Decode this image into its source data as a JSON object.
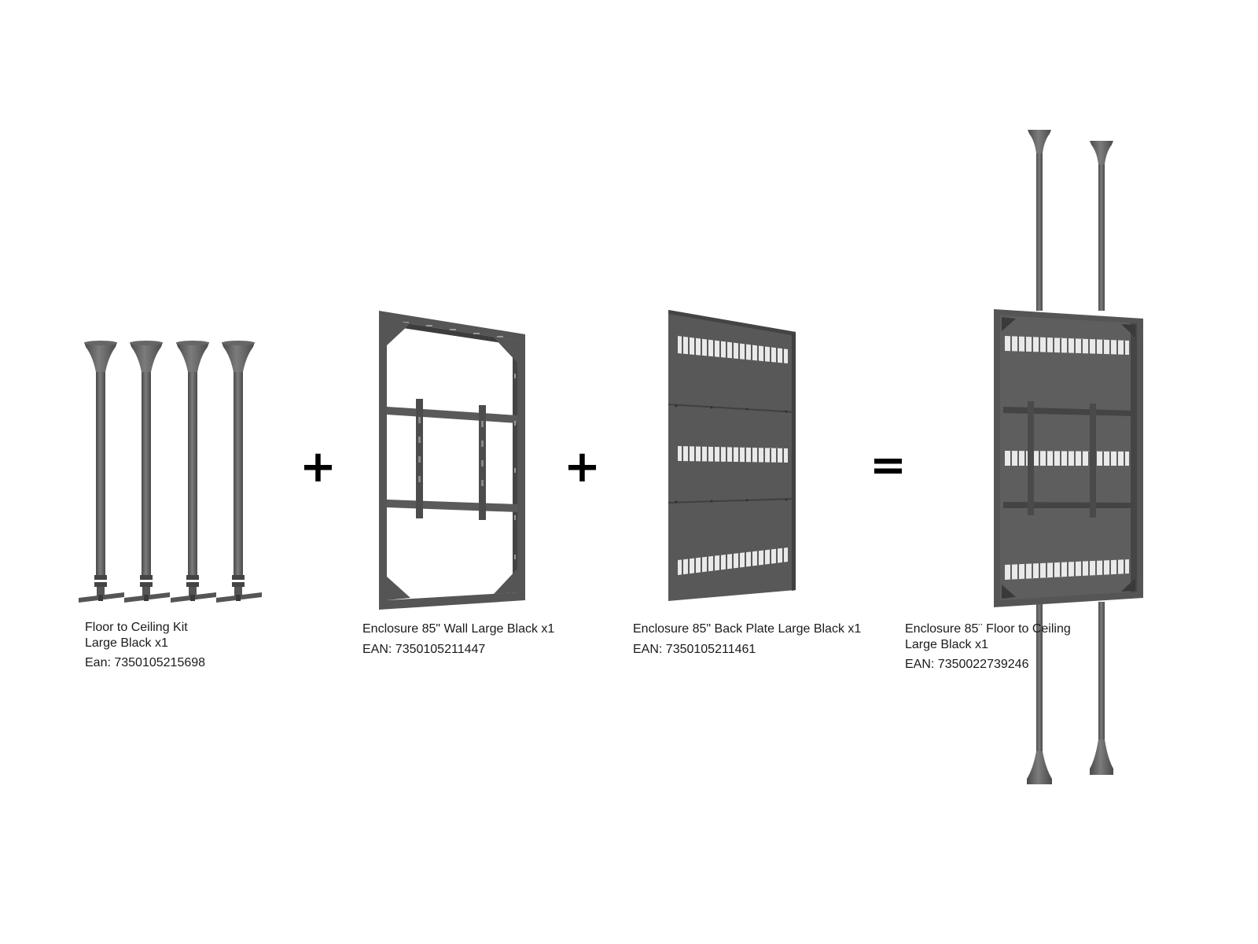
{
  "colors": {
    "metal": "#5c5c5c",
    "metal_dark": "#3c3c3c",
    "metal_light": "#7a7a7a",
    "background": "#ffffff",
    "text": "#1a1a1a"
  },
  "operators": {
    "plus_1": "+",
    "plus_2": "+",
    "equals": "="
  },
  "products": [
    {
      "name_line1": "Floor to Ceiling Kit",
      "name_line2": "Large Black x1",
      "ean": "Ean: 7350105215698",
      "icon": "floor-to-ceiling-poles"
    },
    {
      "name_line1": "Enclosure 85\" Wall Large Black x1",
      "ean": "EAN: 7350105211447",
      "icon": "wall-frame"
    },
    {
      "name_line1": "Enclosure 85\" Back Plate Large Black x1",
      "ean": "EAN: 7350105211461",
      "icon": "back-plate"
    },
    {
      "name_line1": "Enclosure 85¨ Floor to Ceiling",
      "name_line2": "Large Black x1",
      "ean": "EAN: 7350022739246",
      "icon": "assembled-enclosure"
    }
  ]
}
